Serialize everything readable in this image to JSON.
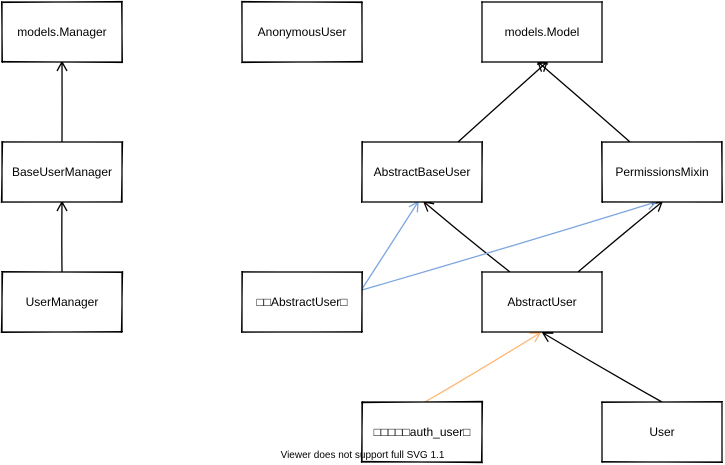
{
  "nodes": [
    {
      "id": "models_manager",
      "label": "models.Manager"
    },
    {
      "id": "anonymous_user",
      "label": "AnonymousUser"
    },
    {
      "id": "models_model",
      "label": "models.Model"
    },
    {
      "id": "base_user_manager",
      "label": "BaseUserManager"
    },
    {
      "id": "abstract_base_user",
      "label": "AbstractBaseUser"
    },
    {
      "id": "permissions_mixin",
      "label": "PermissionsMixin"
    },
    {
      "id": "user_manager",
      "label": "UserManager"
    },
    {
      "id": "custom_abstract_user",
      "label": "□□AbstractUser□"
    },
    {
      "id": "abstract_user",
      "label": "AbstractUser"
    },
    {
      "id": "custom_auth_user",
      "label": "□□□□□auth_user□"
    },
    {
      "id": "user",
      "label": "User"
    }
  ],
  "edges": [
    {
      "from": "base_user_manager",
      "to": "models_manager",
      "color": "#000000"
    },
    {
      "from": "user_manager",
      "to": "base_user_manager",
      "color": "#000000"
    },
    {
      "from": "abstract_base_user",
      "to": "models_model",
      "color": "#000000"
    },
    {
      "from": "permissions_mixin",
      "to": "models_model",
      "color": "#000000"
    },
    {
      "from": "abstract_user",
      "to": "abstract_base_user",
      "color": "#000000"
    },
    {
      "from": "abstract_user",
      "to": "permissions_mixin",
      "color": "#000000"
    },
    {
      "from": "custom_abstract_user",
      "to": "abstract_base_user",
      "color": "#7ea6e0"
    },
    {
      "from": "custom_abstract_user",
      "to": "permissions_mixin",
      "color": "#7ea6e0"
    },
    {
      "from": "custom_auth_user",
      "to": "abstract_user",
      "color": "#ffb570"
    },
    {
      "from": "user",
      "to": "abstract_user",
      "color": "#000000"
    }
  ],
  "footer": {
    "note": "Viewer does not support full SVG 1.1"
  }
}
